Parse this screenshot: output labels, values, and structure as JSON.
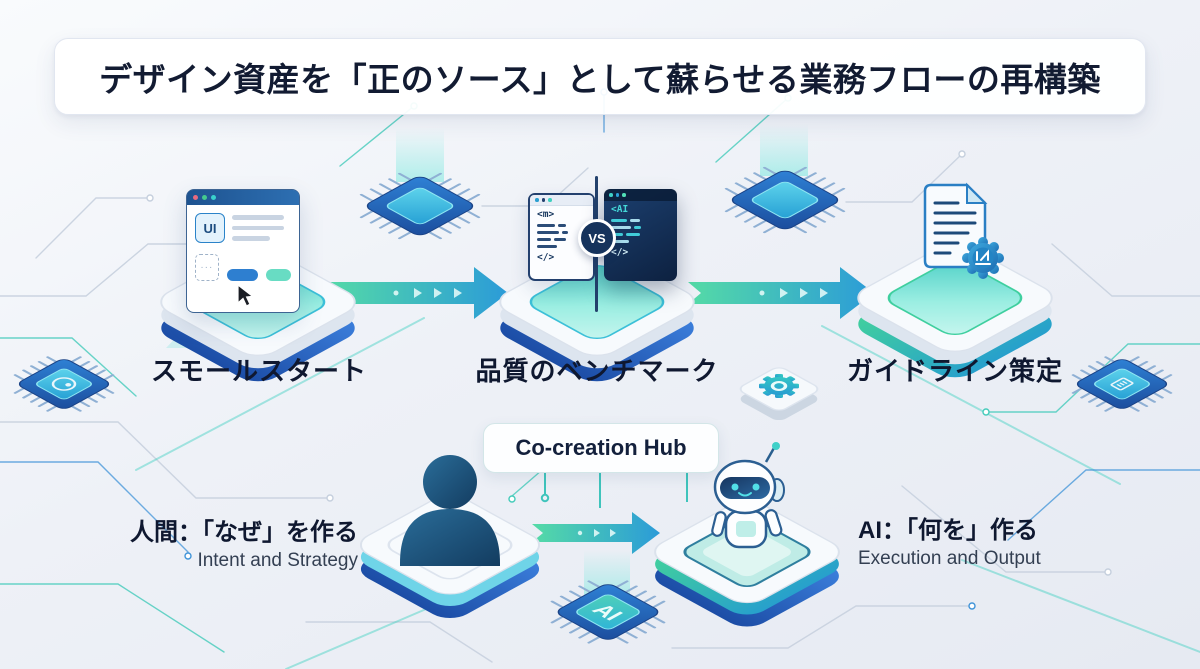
{
  "title": "デザイン資産を「正のソース」として蘇らせる業務フローの再構築",
  "flow": {
    "steps": [
      {
        "label": "スモールスタート"
      },
      {
        "label": "品質のベンチマーク"
      },
      {
        "label": "ガイドライン策定"
      }
    ]
  },
  "browser_mock": {
    "ui_badge": "UI"
  },
  "code_compare": {
    "human_tag_open": "<m>",
    "human_tag_close": "</>",
    "vs_label": "VS",
    "ai_tag_open": "<AI",
    "ai_tag_close": "</>"
  },
  "hub": {
    "label": "Co-creation Hub"
  },
  "human_role": {
    "title": "人間：「なぜ」を作る",
    "subtitle": "Intent and Strategy"
  },
  "ai_role": {
    "title": "AI：「何を」作る",
    "subtitle": "Execution and Output"
  },
  "ai_chip": {
    "label": "AI"
  },
  "icons": [
    "browser-window",
    "cursor",
    "code-vs-code",
    "document-badge",
    "chip",
    "gear",
    "person-silhouette",
    "robot",
    "ai-chip"
  ],
  "colors": {
    "navy_text": "#10192e",
    "accent_teal": "#3fd0c0",
    "accent_blue": "#2b8fd8",
    "arrow_start": "#55dba6",
    "arrow_end": "#2b9bd8",
    "platform_blue": "#2a64c6",
    "background": "#eef1f6"
  }
}
